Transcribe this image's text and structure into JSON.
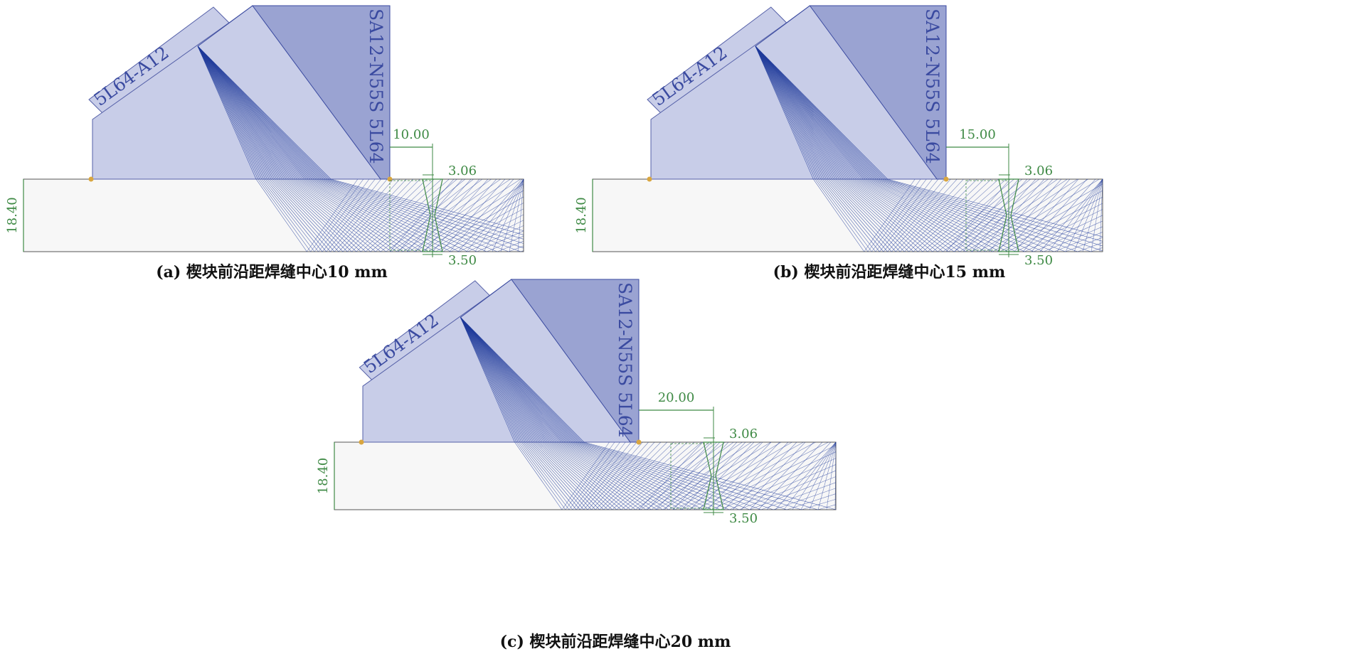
{
  "panels": [
    {
      "id": "a",
      "caption": "(a) 楔块前沿距焊缝中心10 mm",
      "distance": "10.00",
      "thickness": "18.40",
      "top_width": "3.06",
      "root_width": "3.50",
      "wedge_label": "5L64-A12",
      "probe_label": "SA12-N55S 5L64",
      "distance_mm": 10
    },
    {
      "id": "b",
      "caption": "(b) 楔块前沿距焊缝中心15 mm",
      "distance": "15.00",
      "thickness": "18.40",
      "top_width": "3.06",
      "root_width": "3.50",
      "wedge_label": "5L64-A12",
      "probe_label": "SA12-N55S 5L64",
      "distance_mm": 15
    },
    {
      "id": "c",
      "caption": "(c) 楔块前沿距焊缝中心20 mm",
      "distance": "20.00",
      "thickness": "18.40",
      "top_width": "3.06",
      "root_width": "3.50",
      "wedge_label": "5L64-A12",
      "probe_label": "SA12-N55S 5L64",
      "distance_mm": 20
    }
  ],
  "colors": {
    "wedge_light": "#c8cde8",
    "wedge_dark": "#9aa3d2",
    "beam": "#1f3a9a",
    "dimension": "#3f8a45",
    "specimen": "#f7f7f7",
    "marker": "#d9a640"
  }
}
